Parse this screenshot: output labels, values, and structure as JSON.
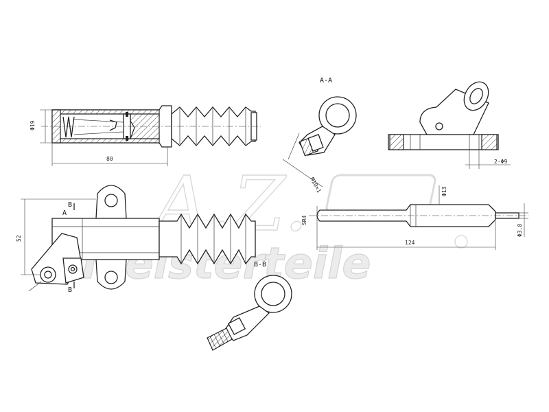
{
  "watermark": {
    "logo_text": "A.Z.",
    "brand_text": "Meisterteile",
    "color": "#d9d9d9"
  },
  "section_labels": {
    "a_a": "A-A",
    "b_b": "B-B",
    "a_marker": "A",
    "b_marker_top": "B",
    "b_marker_bottom": "B"
  },
  "dimensions": {
    "bore_diameter": "Φ19",
    "overall_length": "80",
    "height": "52",
    "thread": "M10×1",
    "mount_holes": "2-Φ9",
    "rod_diameter": "Φ13",
    "rod_tip_radius": "SR4",
    "rod_length": "124",
    "rod_tip_diameter": "Φ3.8"
  },
  "colors": {
    "line": "#222222",
    "background": "#ffffff"
  }
}
